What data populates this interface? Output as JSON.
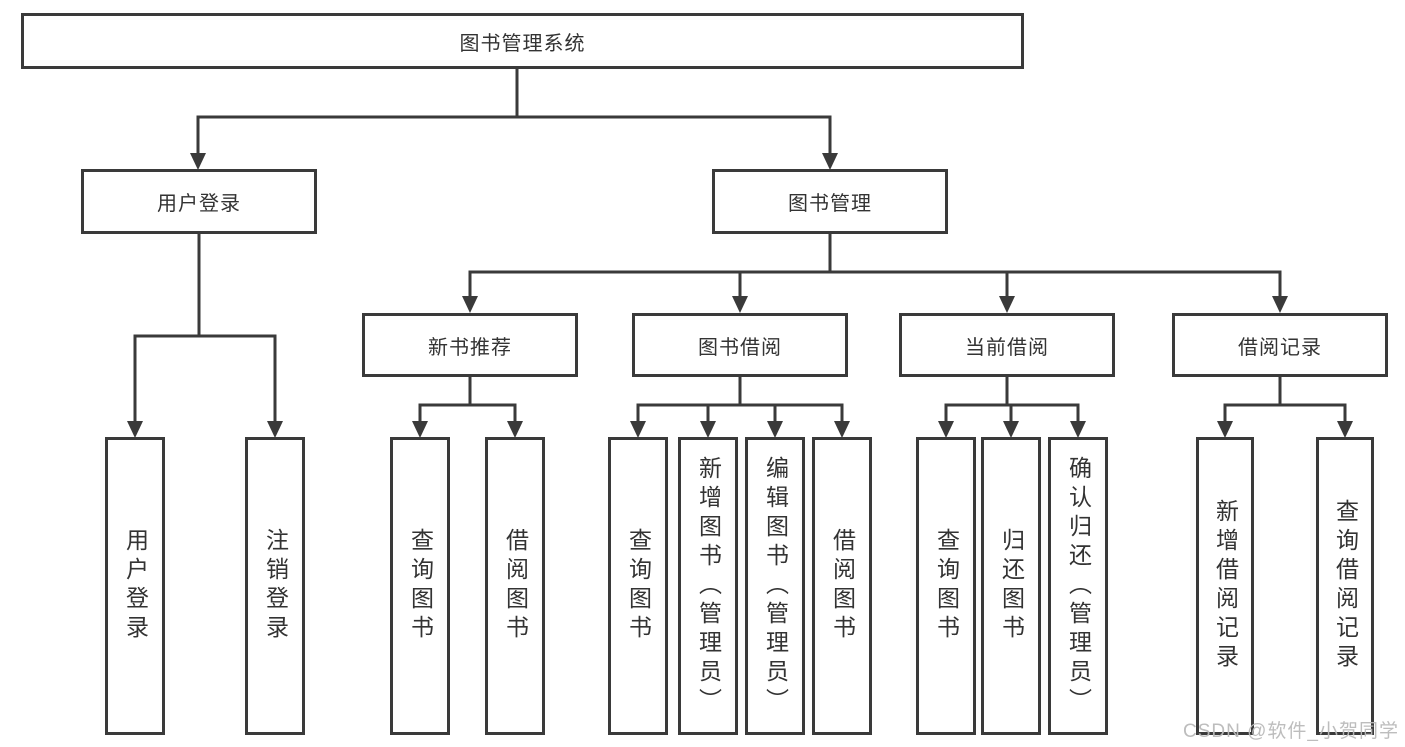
{
  "watermark": "CSDN @软件_小贺同学",
  "colors": {
    "line": "#3a3a3a",
    "box_border": "#3a3a3a",
    "text": "#333333",
    "watermark": "#b9b9b9",
    "background": "#ffffff"
  },
  "tree": {
    "root": {
      "label": "图书管理系统"
    },
    "branches": [
      {
        "label": "用户登录",
        "children": [
          {
            "label": "用户登录"
          },
          {
            "label": "注销登录"
          }
        ]
      },
      {
        "label": "图书管理",
        "children": [
          {
            "label": "新书推荐",
            "children": [
              {
                "label": "查询图书"
              },
              {
                "label": "借阅图书"
              }
            ]
          },
          {
            "label": "图书借阅",
            "children": [
              {
                "label": "查询图书"
              },
              {
                "label": "新增图书（管理员）"
              },
              {
                "label": "编辑图书（管理员）"
              },
              {
                "label": "借阅图书"
              }
            ]
          },
          {
            "label": "当前借阅",
            "children": [
              {
                "label": "查询图书"
              },
              {
                "label": "归还图书"
              },
              {
                "label": "确认归还（管理员）"
              }
            ]
          },
          {
            "label": "借阅记录",
            "children": [
              {
                "label": "新增借阅记录"
              },
              {
                "label": "查询借阅记录"
              }
            ]
          }
        ]
      }
    ]
  }
}
